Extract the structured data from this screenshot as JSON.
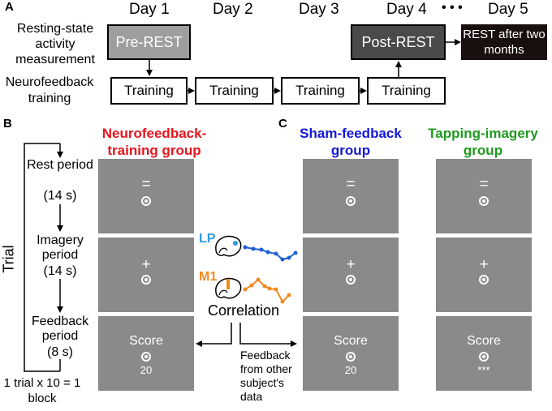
{
  "panel_a": {
    "label": "A",
    "days": [
      "Day 1",
      "Day 2",
      "Day 3",
      "Day 4",
      "Day 5"
    ],
    "ellipsis": "• • •",
    "row_labels": {
      "resting": "Resting-state activity measurement",
      "neurofeedback": "Neurofeedback training"
    },
    "pre_rest": "Pre-REST",
    "post_rest": "Post-REST",
    "rest_after": "REST after two months",
    "training": "Training",
    "colors": {
      "pre_rest_bg": "#9e9e9e",
      "post_rest_bg": "#4a4a4a",
      "rest_after_bg": "#1a0f0f"
    }
  },
  "panel_b": {
    "label": "B",
    "group_title": "Neurofeedback-training group",
    "group_color": "#e8141c",
    "trial_label": "Trial",
    "periods": [
      {
        "name": "Rest period",
        "duration": "(14 s)"
      },
      {
        "name": "Imagery period",
        "duration": "(14 s)"
      },
      {
        "name": "Feedback period",
        "duration": "(8 s)"
      }
    ],
    "block_note": "1 trial x 10 = 1 block",
    "rest_symbol": "=",
    "imagery_symbol": "+",
    "score_label": "Score",
    "score_value": "20",
    "lp_label": "LP",
    "m1_label": "M1",
    "correlation_label": "Correlation",
    "lp_color": "#1f5fd6",
    "m1_color": "#f08a1e",
    "lp_label_color": "#2f9be0",
    "m1_label_color": "#f08a1e"
  },
  "panel_c": {
    "label": "C",
    "feedback_note": "Feedback from other subject's data",
    "groups": [
      {
        "title": "Sham-feedback group",
        "color": "#1418d8",
        "score_label": "Score",
        "score_value": "20"
      },
      {
        "title": "Tapping-imagery group",
        "color": "#1e9a1e",
        "score_label": "Score",
        "score_value": "***"
      }
    ],
    "rest_symbol": "=",
    "imagery_symbol": "+"
  },
  "panel_bg": "#8a8a8a"
}
